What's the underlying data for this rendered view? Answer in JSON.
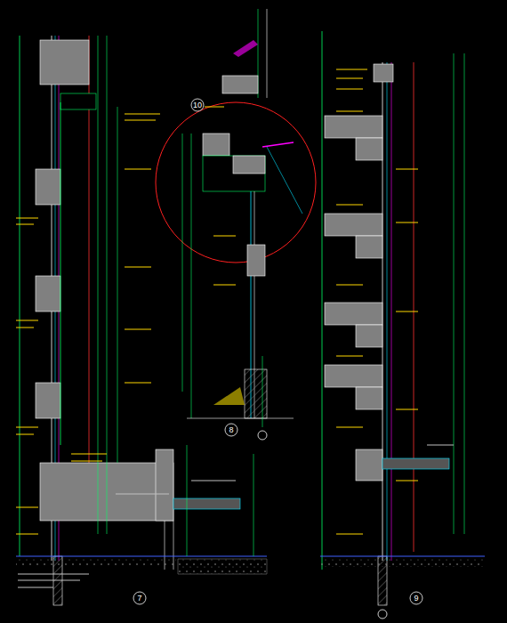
{
  "diagram": {
    "labels": [
      "10",
      "8",
      "7",
      "9"
    ]
  }
}
